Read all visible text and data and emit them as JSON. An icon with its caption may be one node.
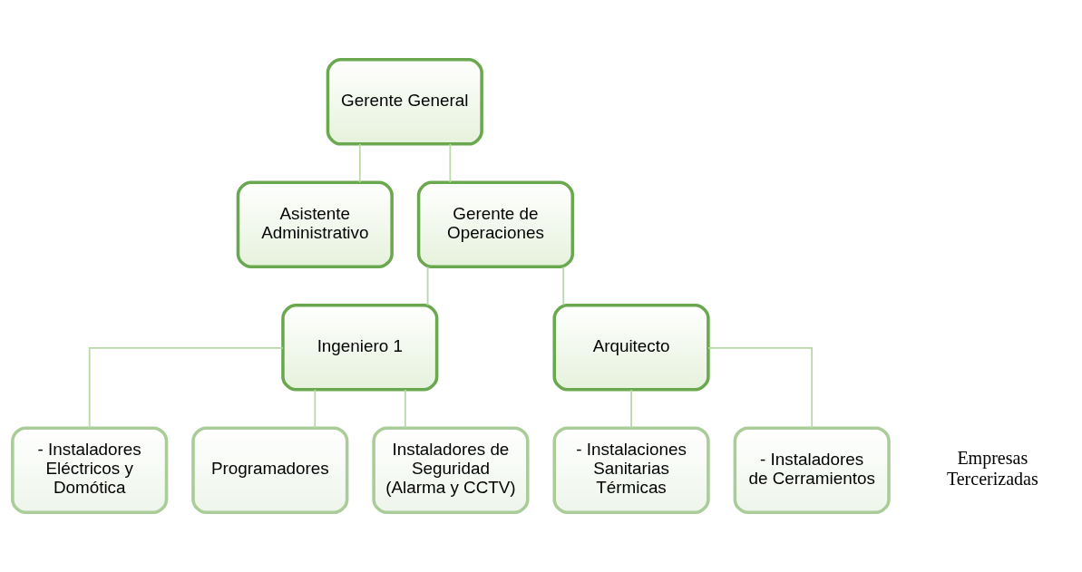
{
  "diagram": {
    "nodes": [
      {
        "text": [
          "Gerente General"
        ]
      },
      {
        "text": [
          "Asistente Administrativo"
        ]
      },
      {
        "text": [
          "Gerente de Operaciones"
        ]
      },
      {
        "text": [
          "Ingeniero 1"
        ]
      },
      {
        "text": [
          "Arquitecto"
        ]
      },
      {
        "text": [
          "- Instaladores Eléctricos y Domótica"
        ]
      },
      {
        "text": [
          "Programadores"
        ]
      },
      {
        "text": [
          "Instaladores de Seguridad (Alarma y CCTV)"
        ]
      },
      {
        "text": [
          "- Instalaciones Sanitarias Térmicas"
        ]
      },
      {
        "text": [
          "- Instaladores de Cerramientos"
        ]
      }
    ],
    "edges": [
      {
        "from": 0,
        "to": 1,
        "arrow": "none"
      },
      {
        "from": 0,
        "to": 2,
        "arrow": "none"
      },
      {
        "from": 2,
        "to": 3,
        "arrow": "none"
      },
      {
        "from": 2,
        "to": 4,
        "arrow": "none"
      },
      {
        "from": 3,
        "to": 5,
        "arrow": "none"
      },
      {
        "from": 3,
        "to": 6,
        "arrow": "none"
      },
      {
        "from": 3,
        "to": 7,
        "arrow": "none"
      },
      {
        "from": 4,
        "to": 8,
        "arrow": "none"
      },
      {
        "from": 4,
        "to": 9,
        "arrow": "none"
      }
    ],
    "labels": [
      "Empresas Tercerizadas"
    ]
  }
}
